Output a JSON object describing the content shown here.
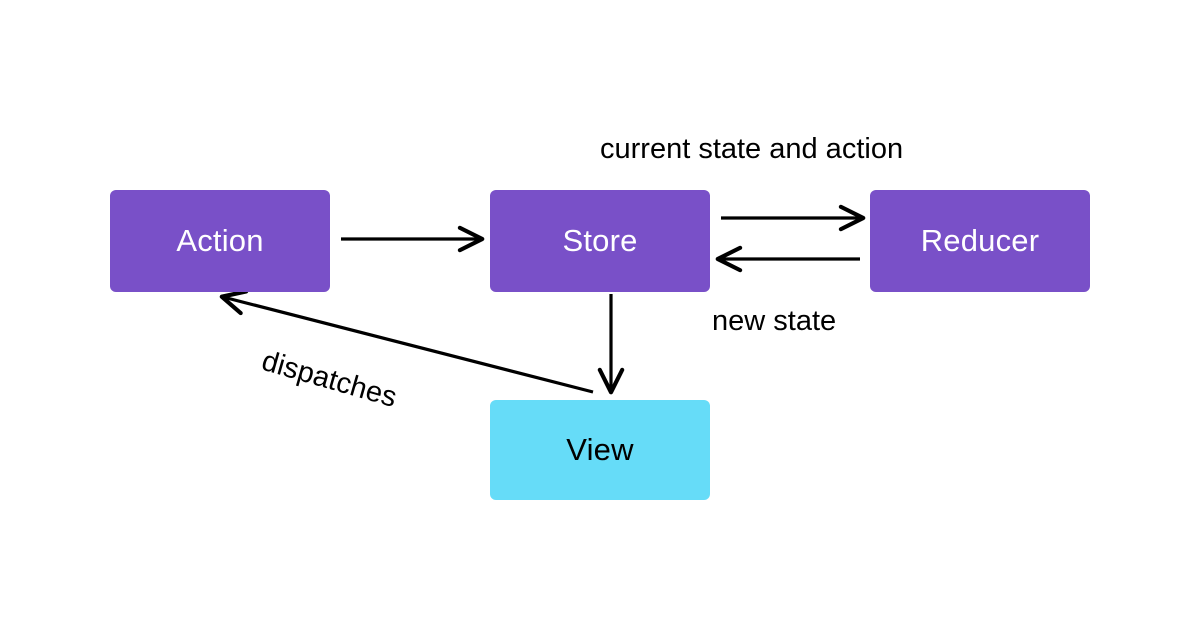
{
  "diagram": {
    "title": "Redux data flow diagram",
    "background_color": "#ffffff",
    "nodes": [
      {
        "id": "action",
        "label": "Action",
        "fill": "#7950c8",
        "text_color": "#ffffff"
      },
      {
        "id": "store",
        "label": "Store",
        "fill": "#7950c8",
        "text_color": "#ffffff"
      },
      {
        "id": "reducer",
        "label": "Reducer",
        "fill": "#7950c8",
        "text_color": "#ffffff"
      },
      {
        "id": "view",
        "label": "View",
        "fill": "#66dcf8",
        "text_color": "#000000"
      }
    ],
    "edges": [
      {
        "id": "action-to-store",
        "from": "action",
        "to": "store",
        "label": ""
      },
      {
        "id": "store-to-reducer",
        "from": "store",
        "to": "reducer",
        "label": "current state and action"
      },
      {
        "id": "reducer-to-store",
        "from": "reducer",
        "to": "store",
        "label": "new state"
      },
      {
        "id": "store-to-view",
        "from": "store",
        "to": "view",
        "label": ""
      },
      {
        "id": "view-to-action",
        "from": "view",
        "to": "action",
        "label": "dispatches"
      }
    ],
    "labels": {
      "current_state_and_action": "current state and action",
      "new_state": "new state",
      "dispatches": "dispatches"
    },
    "stroke_color": "#000000"
  }
}
